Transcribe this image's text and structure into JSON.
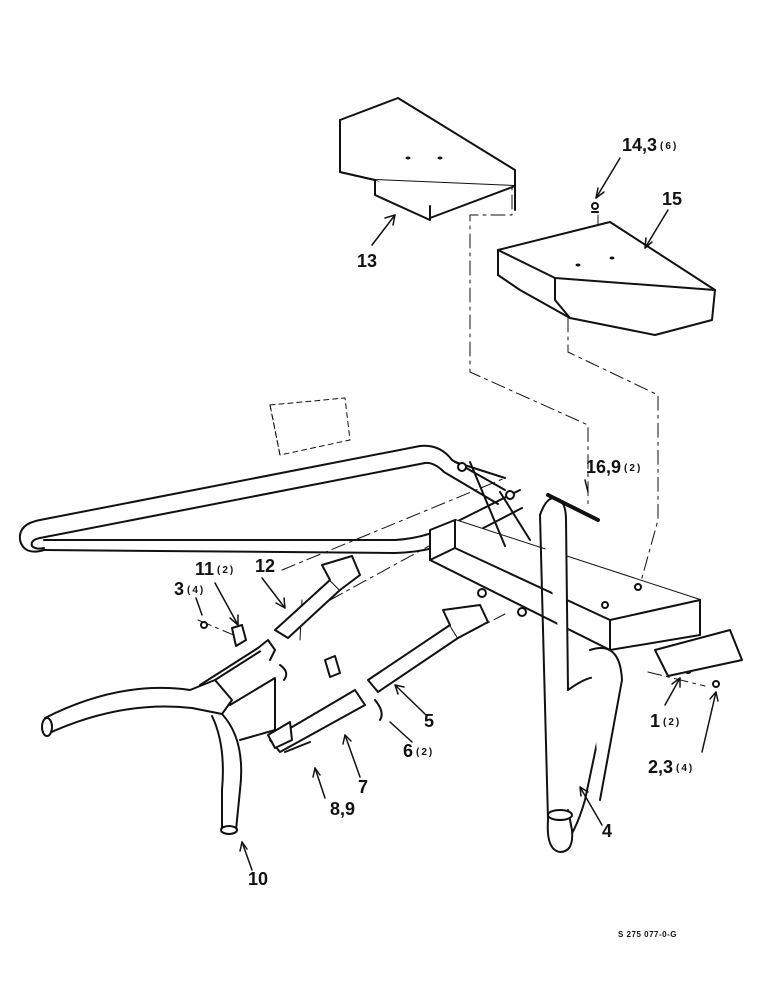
{
  "callouts": [
    {
      "id": "c13",
      "part": "13",
      "qty": ""
    },
    {
      "id": "c14",
      "part": "14,3",
      "qty": "(6)"
    },
    {
      "id": "c15",
      "part": "15",
      "qty": ""
    },
    {
      "id": "c16",
      "part": "16,9",
      "qty": "(2)"
    },
    {
      "id": "c11",
      "part": "11",
      "qty": "(2)"
    },
    {
      "id": "c12",
      "part": "12",
      "qty": ""
    },
    {
      "id": "c3",
      "part": "3",
      "qty": "(4)"
    },
    {
      "id": "c5",
      "part": "5",
      "qty": ""
    },
    {
      "id": "c6",
      "part": "6",
      "qty": "(2)"
    },
    {
      "id": "c7",
      "part": "7",
      "qty": ""
    },
    {
      "id": "c89",
      "part": "8,9",
      "qty": ""
    },
    {
      "id": "c10",
      "part": "10",
      "qty": ""
    },
    {
      "id": "c1",
      "part": "1",
      "qty": "(2)"
    },
    {
      "id": "c23",
      "part": "2,3",
      "qty": "(4)"
    },
    {
      "id": "c4",
      "part": "4",
      "qty": ""
    }
  ],
  "drawing_number": "S 275 077-0-G",
  "colors": {
    "ink": "#111111",
    "panel_fill": "#ffffff",
    "background": "#ffffff"
  }
}
